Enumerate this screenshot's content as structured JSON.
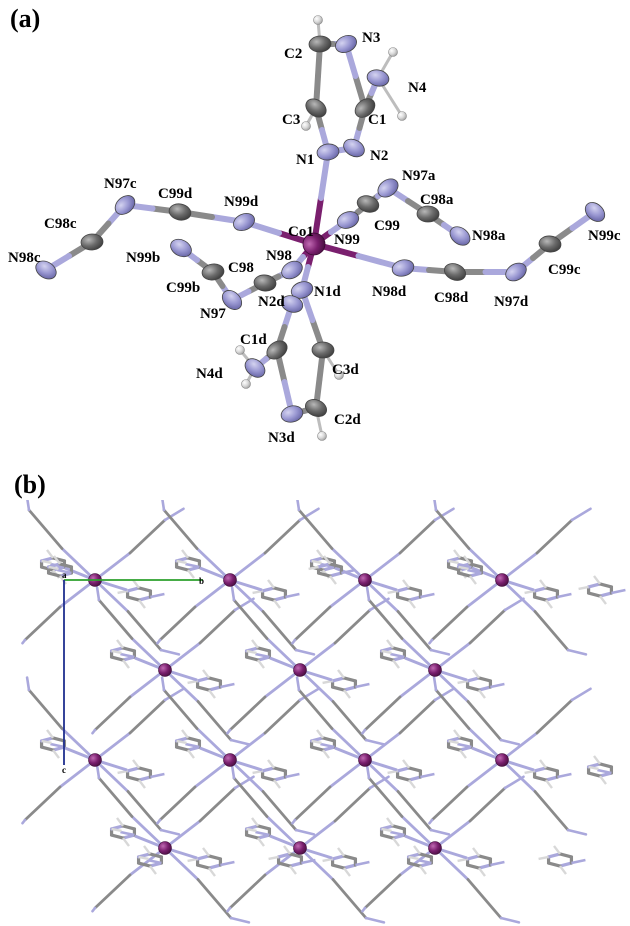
{
  "panel_a": {
    "label": "(a)",
    "atom_labels": [
      {
        "id": "Co1",
        "text": "Co1"
      },
      {
        "id": "N1",
        "text": "N1"
      },
      {
        "id": "N2",
        "text": "N2"
      },
      {
        "id": "N3",
        "text": "N3"
      },
      {
        "id": "N4",
        "text": "N4"
      },
      {
        "id": "C1",
        "text": "C1"
      },
      {
        "id": "C2",
        "text": "C2"
      },
      {
        "id": "C3",
        "text": "C3"
      },
      {
        "id": "N97c",
        "text": "N97c"
      },
      {
        "id": "C99d",
        "text": "C99d"
      },
      {
        "id": "N99d",
        "text": "N99d"
      },
      {
        "id": "C98c",
        "text": "C98c"
      },
      {
        "id": "N98c",
        "text": "N98c"
      },
      {
        "id": "N97a",
        "text": "N97a"
      },
      {
        "id": "C98a",
        "text": "C98a"
      },
      {
        "id": "N98a",
        "text": "N98a"
      },
      {
        "id": "C99",
        "text": "C99"
      },
      {
        "id": "N99",
        "text": "N99"
      },
      {
        "id": "N98",
        "text": "N98"
      },
      {
        "id": "N99b",
        "text": "N99b"
      },
      {
        "id": "C98",
        "text": "C98"
      },
      {
        "id": "C99b",
        "text": "C99b"
      },
      {
        "id": "N97",
        "text": "N97"
      },
      {
        "id": "N98d",
        "text": "N98d"
      },
      {
        "id": "C98d",
        "text": "C98d"
      },
      {
        "id": "N97d",
        "text": "N97d"
      },
      {
        "id": "C99c",
        "text": "C99c"
      },
      {
        "id": "N99c",
        "text": "N99c"
      },
      {
        "id": "N2d",
        "text": "N2d"
      },
      {
        "id": "N1d",
        "text": "N1d"
      },
      {
        "id": "C1d",
        "text": "C1d"
      },
      {
        "id": "C3d",
        "text": "C3d"
      },
      {
        "id": "N4d",
        "text": "N4d"
      },
      {
        "id": "N3d",
        "text": "N3d"
      },
      {
        "id": "C2d",
        "text": "C2d"
      }
    ]
  },
  "panel_b": {
    "label": "(b)",
    "axis_labels": [
      {
        "id": "origin",
        "text": "a"
      },
      {
        "id": "b-axis",
        "text": "b"
      },
      {
        "id": "c-axis",
        "text": "c"
      }
    ]
  },
  "colors": {
    "cobalt": "#7a1f6e",
    "nitrogen": "#9a98d2",
    "nitrogen_dark": "#6a68a8",
    "carbon": "#6b6b6b",
    "hydrogen": "#d8d8d8",
    "bond_n": "#aaa8dc",
    "bond_c": "#8a8a8a",
    "axis_b": "#2ca02c",
    "axis_c": "#1f2f8f"
  }
}
